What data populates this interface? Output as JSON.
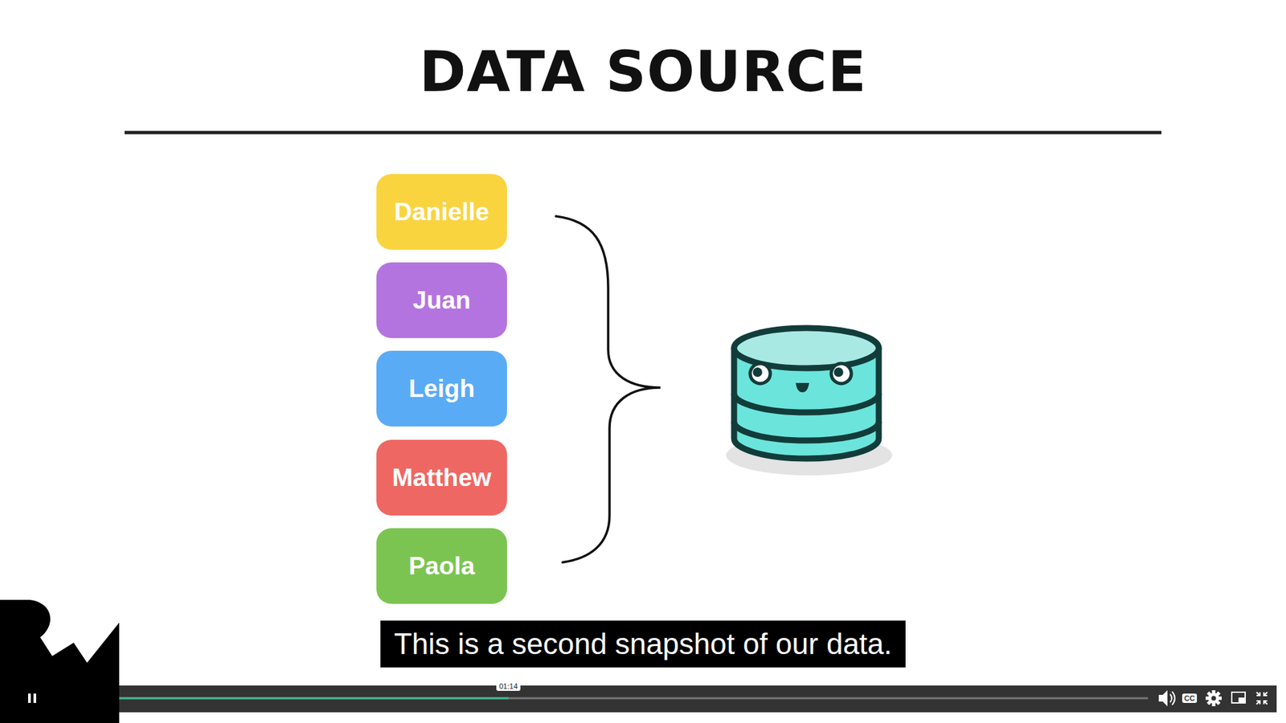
{
  "diagram": {
    "title": "DATA SOURCE",
    "caption": "This is a second snapshot of our data.",
    "nodes": [
      {
        "text": [
          "Danielle"
        ]
      },
      {
        "text": [
          "Juan"
        ]
      },
      {
        "text": [
          "Leigh"
        ]
      },
      {
        "text": [
          "Matthew"
        ]
      },
      {
        "text": [
          "Paola"
        ]
      }
    ],
    "edges": [],
    "labels": [
      "01:14",
      "CC"
    ]
  }
}
